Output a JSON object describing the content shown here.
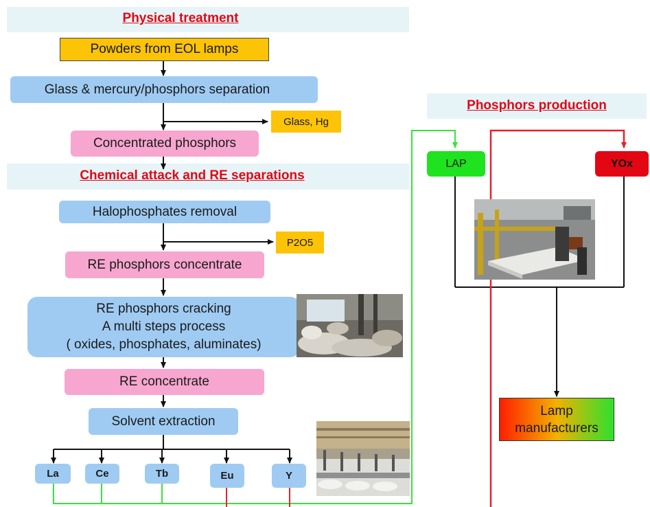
{
  "sections": {
    "physical": "Physical treatment",
    "chemical": "Chemical attack and RE separations",
    "production": "Phosphors production"
  },
  "boxes": {
    "powders": "Powders from EOL lamps",
    "glass_separation": "Glass & mercury/phosphors separation",
    "glass_hg": "Glass, Hg",
    "concentrated": "Concentrated phosphors",
    "halophosphates": "Halophosphates removal",
    "p2o5": "P2O5",
    "re_concentrate": "RE phosphors concentrate",
    "cracking": [
      "RE phosphors cracking",
      "A multi steps process",
      "( oxides, phosphates, aluminates)"
    ],
    "re_conc2": "RE concentrate",
    "solvent": "Solvent extraction",
    "elements": [
      "La",
      "Ce",
      "Tb",
      "Eu",
      "Y"
    ],
    "lap": "LAP",
    "yox": "YOx",
    "lamp": [
      "Lamp",
      "manufacturers"
    ]
  },
  "colors": {
    "title_red": "#e30613",
    "band": "#e6f4f8",
    "yellow": "#fcc307",
    "blue": "#9fcbf3",
    "pink": "#f7a6cf",
    "green_line": "#3ae23a",
    "red_line": "#e8202a"
  }
}
